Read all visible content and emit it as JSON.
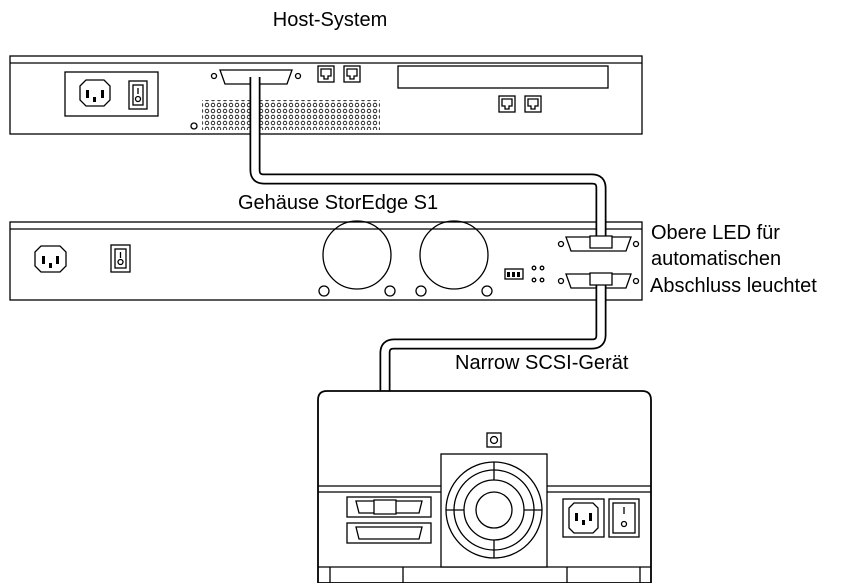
{
  "labels": {
    "host": "Host-System",
    "enclosure": "Gehäuse StorEdge S1",
    "led_line1": "Obere LED für",
    "led_line2": "automatischen",
    "led_line3": "Abschluss leuchtet",
    "device": "Narrow SCSI-Gerät"
  }
}
